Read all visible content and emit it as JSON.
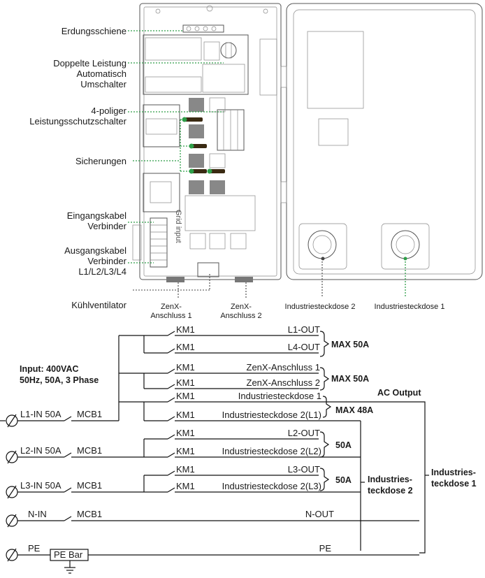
{
  "photo_labels": {
    "ground_bar": "Erdungsschiene",
    "ats_1": "Doppelte Leistung",
    "ats_2": "Automatisch",
    "ats_3": "Umschalter",
    "mcb_1": "4-poliger",
    "mcb_2": "Leistungsschutzschalter",
    "fuses": "Sicherungen",
    "input_1": "Eingangskabel",
    "input_2": "Verbinder",
    "output_1": "Ausgangskabel",
    "output_2": "Verbinder",
    "output_3": "L1/L2/L3/L4",
    "fan": "Kühlventilator",
    "zenx1_a": "ZenX-",
    "zenx1_b": "Anschluss 1",
    "zenx2_a": "ZenX-",
    "zenx2_b": "Anschluss 2",
    "socket2": "Industriesteckdose 2",
    "socket1": "Industriesteckdose 1",
    "grid_input": "Grid input"
  },
  "schematic": {
    "input_1": "Input: 400VAC",
    "input_2": "50Hz, 50A, 3 Phase",
    "ac_output": "AC Output",
    "km": "KM1",
    "mcb": "MCB1",
    "pe_bar": "PE Bar",
    "feeds": {
      "l1": "L1-IN 50A",
      "l2": "L2-IN 50A",
      "l3": "L3-IN 50A",
      "n": "N-IN",
      "pe": "PE"
    },
    "outputs": {
      "l1_out": "L1-OUT",
      "l4_out": "L4-OUT",
      "zenx1": "ZenX-Anschluss 1",
      "zenx2": "ZenX-Anschluss 2",
      "socket1": "Industriesteckdose 1",
      "socket2_l1": "Industriesteckdose 2(L1)",
      "l2_out": "L2-OUT",
      "socket2_l2": "Industriesteckdose 2(L2)",
      "l3_out": "L3-OUT",
      "socket2_l3": "Industriesteckdose 2(L3)",
      "n_out": "N-OUT",
      "pe_out": "PE"
    },
    "limits": {
      "max50_a": "MAX 50A",
      "max50_b": "MAX 50A",
      "max48": "MAX 48A",
      "a50_l2": "50A",
      "a50_l3": "50A"
    },
    "groups": {
      "s2_a": "Industries-",
      "s2_b": "teckdose 2",
      "s1_a": "Industries-",
      "s1_b": "teckdose 1"
    }
  }
}
